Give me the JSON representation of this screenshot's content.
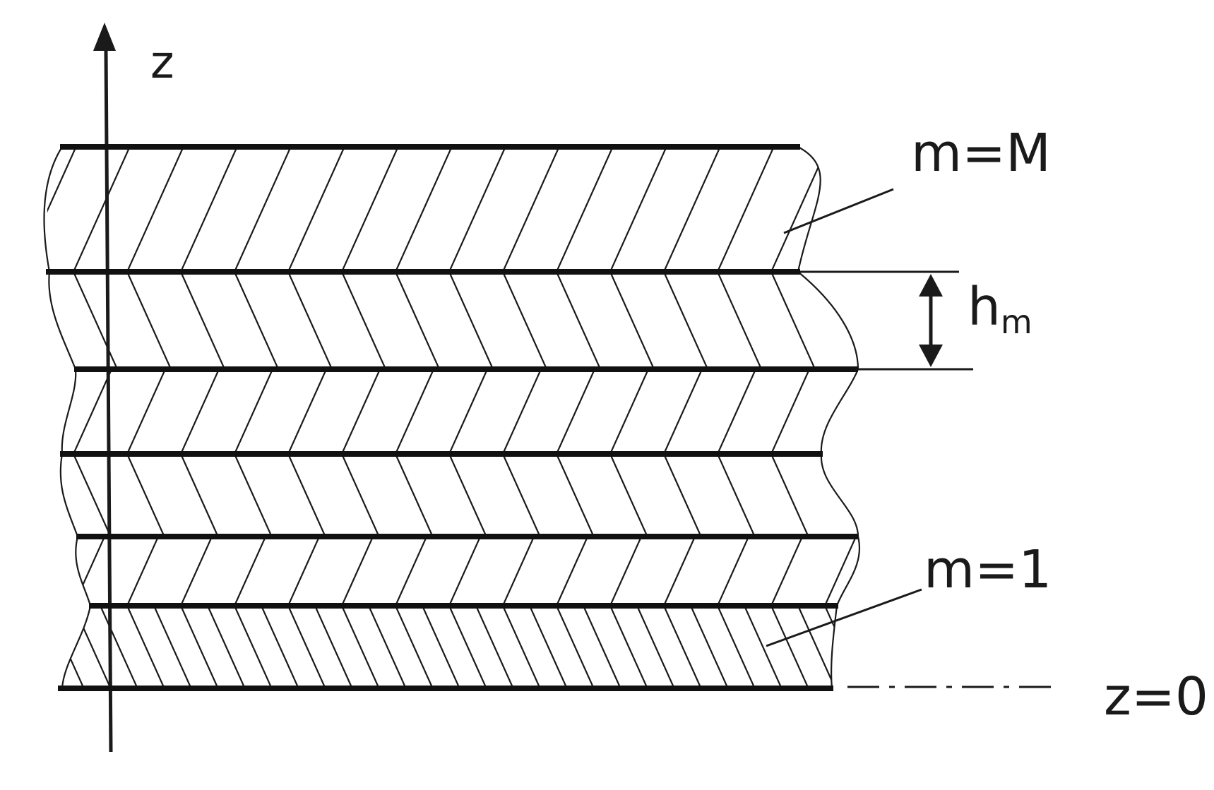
{
  "labels": {
    "axis": "z",
    "top_layer": "m=M",
    "thickness_main": "h",
    "thickness_sub": "m",
    "bottom_layer": "m=1",
    "origin": "z=0"
  },
  "hatch_directions": [
    "forward-slash",
    "back-slash",
    "forward-slash",
    "back-slash",
    "forward-slash",
    "back-slash"
  ]
}
